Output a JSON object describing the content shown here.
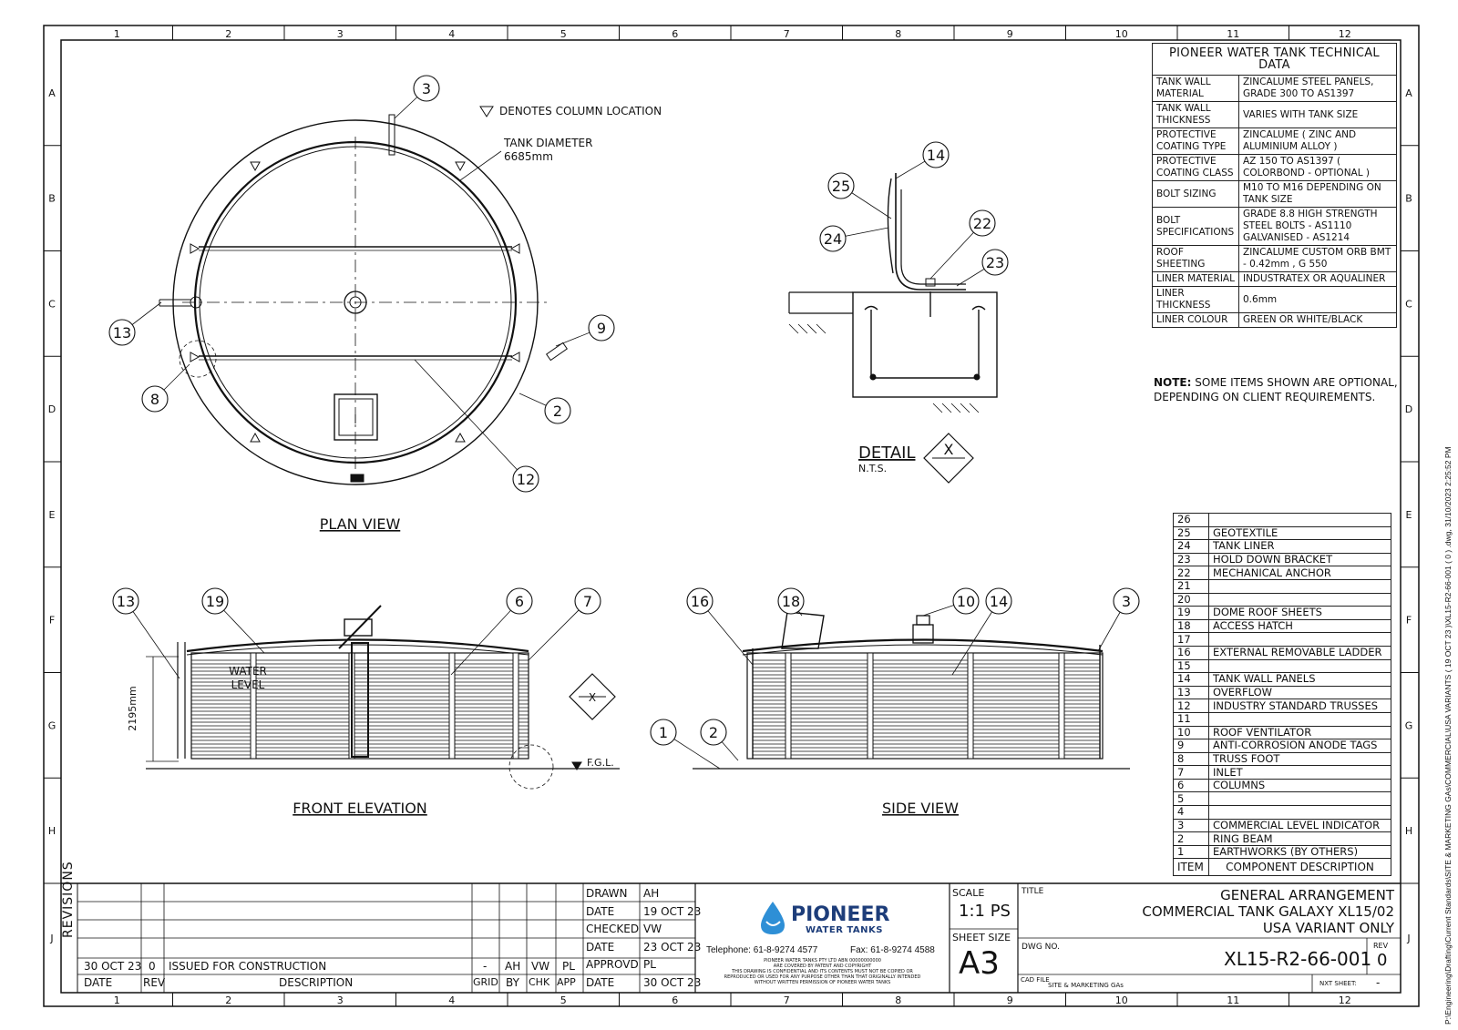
{
  "grid": {
    "cols": [
      "1",
      "2",
      "3",
      "4",
      "5",
      "6",
      "7",
      "8",
      "9",
      "10",
      "11",
      "12"
    ],
    "rows": [
      "A",
      "B",
      "C",
      "D",
      "E",
      "F",
      "G",
      "H",
      "J"
    ]
  },
  "legend_column": "DENOTES COLUMN LOCATION",
  "dims": {
    "tank_diameter_label": "TANK DIAMETER",
    "tank_diameter_value": "6685mm",
    "height": "2195mm",
    "water_level_1": "WATER",
    "water_level_2": "LEVEL",
    "fgl": "F.G.L."
  },
  "views": {
    "plan": "PLAN VIEW",
    "front": "FRONT ELEVATION",
    "side": "SIDE VIEW",
    "detail": "DETAIL",
    "detail_sub": "N.T.S.",
    "detail_mark": "X"
  },
  "callouts": {
    "plan": [
      "3",
      "13",
      "9",
      "8",
      "2",
      "12"
    ],
    "detail": [
      "25",
      "24",
      "14",
      "22",
      "23"
    ],
    "front": [
      "13",
      "19",
      "6",
      "7"
    ],
    "side": [
      "16",
      "18",
      "10",
      "14",
      "3",
      "1",
      "2"
    ]
  },
  "tech": {
    "title": "PIONEER WATER TANK TECHNICAL DATA",
    "rows": [
      {
        "k": "TANK WALL MATERIAL",
        "v": "ZINCALUME STEEL PANELS, GRADE 300  TO AS1397"
      },
      {
        "k": "TANK WALL THICKNESS",
        "v": "VARIES WITH TANK SIZE"
      },
      {
        "k": "PROTECTIVE COATING TYPE",
        "v": "ZINCALUME ( ZINC AND ALUMINIUM ALLOY )"
      },
      {
        "k": "PROTECTIVE COATING CLASS",
        "v": "AZ 150 TO AS1397 ( COLORBOND - OPTIONAL )"
      },
      {
        "k": "BOLT SIZING",
        "v": "M10 TO M16 DEPENDING ON TANK SIZE"
      },
      {
        "k": "BOLT SPECIFICATIONS",
        "v": "GRADE 8.8 HIGH STRENGTH STEEL BOLTS - AS1110 GALVANISED - AS1214"
      },
      {
        "k": "ROOF SHEETING",
        "v": "ZINCALUME CUSTOM ORB BMT - 0.42mm , G 550"
      },
      {
        "k": "LINER MATERIAL",
        "v": "INDUSTRATEX OR AQUALINER"
      },
      {
        "k": "LINER THICKNESS",
        "v": "0.6mm"
      },
      {
        "k": "LINER COLOUR",
        "v": "GREEN OR WHITE/BLACK"
      }
    ],
    "note_label": "NOTE:",
    "note_text": " SOME ITEMS SHOWN ARE OPTIONAL, DEPENDING ON CLIENT REQUIREMENTS."
  },
  "components": {
    "header_item": "ITEM",
    "header_desc": "COMPONENT DESCRIPTION",
    "rows": [
      {
        "n": "26",
        "d": ""
      },
      {
        "n": "25",
        "d": "GEOTEXTILE"
      },
      {
        "n": "24",
        "d": "TANK LINER"
      },
      {
        "n": "23",
        "d": "HOLD DOWN BRACKET"
      },
      {
        "n": "22",
        "d": "MECHANICAL ANCHOR"
      },
      {
        "n": "21",
        "d": ""
      },
      {
        "n": "20",
        "d": ""
      },
      {
        "n": "19",
        "d": "DOME ROOF SHEETS"
      },
      {
        "n": "18",
        "d": "ACCESS HATCH"
      },
      {
        "n": "17",
        "d": ""
      },
      {
        "n": "16",
        "d": "EXTERNAL REMOVABLE LADDER"
      },
      {
        "n": "15",
        "d": ""
      },
      {
        "n": "14",
        "d": "TANK WALL PANELS"
      },
      {
        "n": "13",
        "d": "OVERFLOW"
      },
      {
        "n": "12",
        "d": "INDUSTRY STANDARD TRUSSES"
      },
      {
        "n": "11",
        "d": ""
      },
      {
        "n": "10",
        "d": "ROOF VENTILATOR"
      },
      {
        "n": "9",
        "d": "ANTI-CORROSION ANODE TAGS"
      },
      {
        "n": "8",
        "d": "TRUSS FOOT"
      },
      {
        "n": "7",
        "d": "INLET"
      },
      {
        "n": "6",
        "d": "COLUMNS"
      },
      {
        "n": "5",
        "d": ""
      },
      {
        "n": "4",
        "d": ""
      },
      {
        "n": "3",
        "d": "COMMERCIAL LEVEL INDICATOR"
      },
      {
        "n": "2",
        "d": "RING BEAM"
      },
      {
        "n": "1",
        "d": "EARTHWORKS (BY OTHERS)"
      }
    ]
  },
  "title_block": {
    "revisions_label": "REVISIONS",
    "rev_row": {
      "date": "30 OCT 23",
      "rev": "0",
      "desc": "ISSUED FOR CONSTRUCTION",
      "grid": "-",
      "by": "AH",
      "chk": "VW",
      "app": "PL"
    },
    "rev_headers": {
      "date": "DATE",
      "rev": "REV",
      "desc": "DESCRIPTION",
      "grid": "GRID",
      "by": "BY",
      "chk": "CHK",
      "app": "APP"
    },
    "sign": [
      {
        "k": "DRAWN",
        "v": "AH"
      },
      {
        "k": "DATE",
        "v": "19 OCT 23"
      },
      {
        "k": "CHECKED",
        "v": "VW"
      },
      {
        "k": "DATE",
        "v": "23 OCT 23"
      },
      {
        "k": "APPROVD",
        "v": "PL"
      },
      {
        "k": "DATE",
        "v": "30 OCT 23"
      }
    ],
    "company_name": "PIONEER",
    "company_sub": "WATER TANKS",
    "telephone": "Telephone: 61-8-9274 4577",
    "fax": "Fax: 61-8-9274 4588",
    "disclaimer": [
      "PIONEER WATER TANKS PTY LTD    ABN 00000000000",
      "ARE COVERED BY PATENT AND COPYRIGHT",
      "THIS DRAWING IS CONFIDENTIAL AND ITS CONTENTS MUST NOT BE COPIED OR",
      "REPRODUCED OR USED FOR ANY PURPOSE OTHER THAN THAT ORIGINALLY INTENDED",
      "WITHOUT WRITTEN PERMISSION OF PIONEER WATER TANKS"
    ],
    "scale_label": "SCALE",
    "scale_value": "1:1 PS",
    "sheet_size_label": "SHEET SIZE",
    "sheet_size_value": "A3",
    "title_label": "TITLE",
    "title_lines": [
      "GENERAL ARRANGEMENT",
      "COMMERCIAL TANK GALAXY XL15/02",
      "USA VARIANT ONLY"
    ],
    "dwg_no_label": "DWG NO.",
    "dwg_no": "XL15-R2-66-001",
    "rev_label": "REV",
    "rev_value": "0",
    "cad_file_label": "CAD FILE",
    "cad_file": "SITE & MARKETING GAs",
    "next_sheet_label": "NXT SHEET:",
    "next_sheet": "-"
  },
  "side_path": "P:\\Engineering\\Drafting\\Current Standards\\SITE & MARKETING GAs\\COMMERCIAL\\USA VARIANTS  ( 19 OCT 23 )\\XL15-R2-66-001 ( 0 ) .dwg, 31/10/2023 2:25:52 PM"
}
